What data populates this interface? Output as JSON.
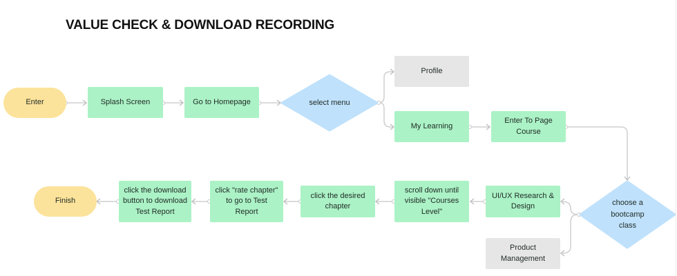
{
  "title": "VALUE CHECK & DOWNLOAD RECORDING",
  "colors": {
    "terminal": "#fce39b",
    "process": "#abf2c6",
    "decision": "#bfe1fb",
    "inactive": "#e6e6e6",
    "connector": "#cfcfcf"
  },
  "nodes": {
    "enter": "Enter",
    "splash": "Splash Screen",
    "homepage": "Go to Homepage",
    "select_menu": "select menu",
    "profile": "Profile",
    "my_learning": "My Learning",
    "enter_course": "Enter To Page Course",
    "choose_class": [
      "choose a",
      "bootcamp",
      "class"
    ],
    "uiux": [
      "UI/UX Research &",
      "Design"
    ],
    "product_mgmt": "Product Management",
    "scroll_down": [
      "scroll down until",
      "visible \"Courses",
      "Level\""
    ],
    "click_chapter": [
      "click the desired",
      "chapter"
    ],
    "rate_chapter": [
      "click \"rate chapter\"",
      "to go to Test Report"
    ],
    "download": [
      "click the download",
      "button to download",
      "Test Report"
    ],
    "finish": "Finish"
  }
}
